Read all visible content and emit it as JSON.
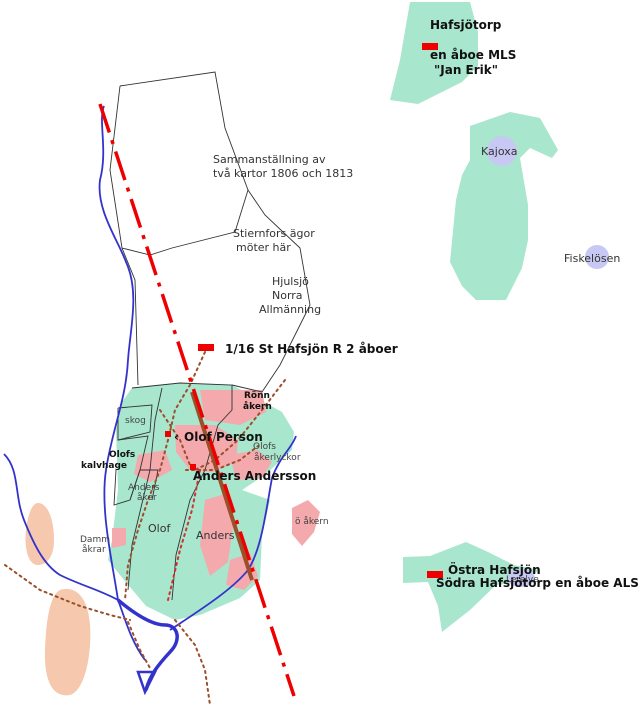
{
  "colors": {
    "land": "#a8e6cd",
    "field": "#f4a9ad",
    "water": "#3333cc",
    "lake": "#c8c8f4",
    "marsh": "#f6c8ae",
    "marker": "#ee0000",
    "boundary": "#ee0000",
    "path": "#9b4f2a",
    "outline": "#333333"
  },
  "labels": {
    "hafsjotorp": "Hafsjötorp",
    "aboe_mls_1": "en åboe MLS",
    "aboe_mls_2": "\"Jan Erik\"",
    "kajoxa": "Kajoxa",
    "fiskelosen": "Fiskelösen",
    "sammanstallning_1": "Sammanställning av",
    "sammanstallning_2": "två kartor 1806 och 1813",
    "stiernfors_1": "Stiernfors ägor",
    "stiernfors_2": "möter här",
    "hjulsjo_1": "Hjulsjö",
    "hjulsjo_2": "Norra",
    "hjulsjo_3": "Allmänning",
    "st_hafsjon": "1/16 St Hafsjön R 2 åboer",
    "ronn_1": "Rönn",
    "ronn_2": "åkern",
    "skog": "skog",
    "olof_person": "Olof Person",
    "olofs_kalvhage_1": "Olofs",
    "olofs_kalvhage_2": "kalvhage",
    "olofs_akerlyckor_1": "Olofs",
    "olofs_akerlyckor_2": "åkerlyckor",
    "anders_andersson": "Anders Andersson",
    "anders_aker_1": "Anders",
    "anders_aker_2": "åker",
    "damm_akrar_1": "Damm",
    "damm_akrar_2": "åkrar",
    "olof": "Olof",
    "anders": "Anders",
    "o_akern": "ö åkern",
    "ostra_hafsjon": "Östra Hafsjön",
    "sodra_hafsjotorp": "Södra Hafsjötorp en åboe ALS",
    "lerelve": "Lerelve"
  }
}
